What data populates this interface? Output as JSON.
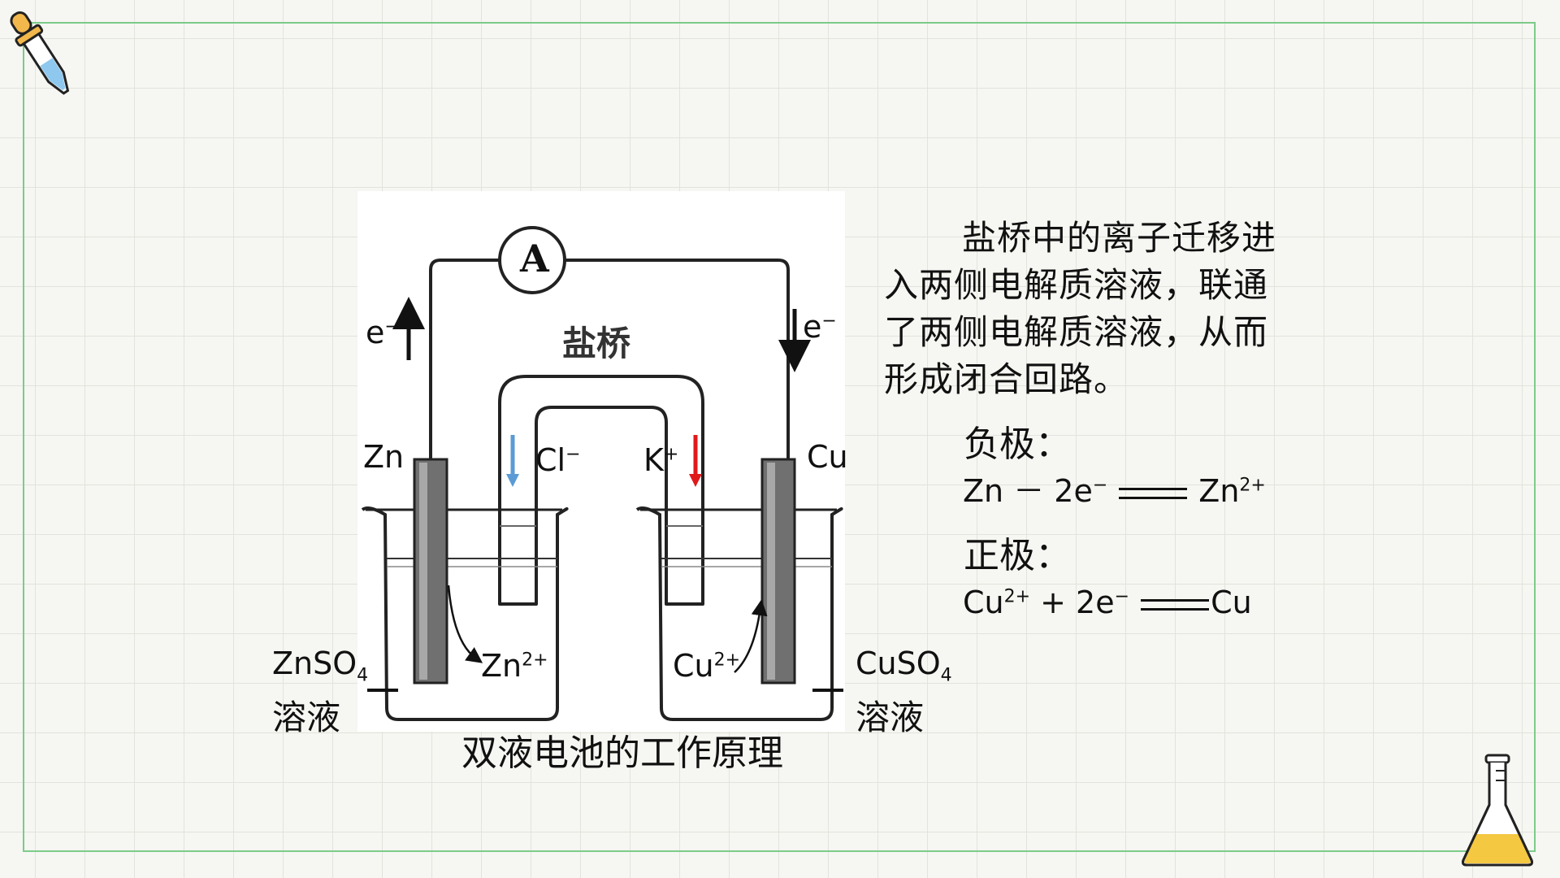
{
  "diagram": {
    "ammeter": "A",
    "salt_bridge": "盐桥",
    "electron_left": "e",
    "electron_left_charge": "−",
    "electron_right": "e",
    "electron_right_charge": "−",
    "zn_electrode": "Zn",
    "cu_electrode": "Cu",
    "cl_ion": "Cl",
    "cl_charge": "−",
    "k_ion": "K",
    "k_charge": "+",
    "zn_ion": "Zn",
    "zn_ion_charge": "2+",
    "cu_ion": "Cu",
    "cu_ion_charge": "2+",
    "znso4": "ZnSO",
    "znso4_sub": "4",
    "znso4_solution": "溶液",
    "cuso4": "CuSO",
    "cuso4_sub": "4",
    "cuso4_solution": "溶液",
    "caption": "双液电池的工作原理"
  },
  "explanation": "盐桥中的离子迁移进入两侧电解质溶液，联通了两侧电解质溶液，从而形成闭合回路。",
  "negative_electrode": {
    "heading": "负极：",
    "left": "Zn － 2e",
    "left_charge": "−",
    "right": "Zn",
    "right_charge": "2+"
  },
  "positive_electrode": {
    "heading": "正极：",
    "left_a": "Cu",
    "left_a_charge": "2+",
    "left_b": " + 2e",
    "left_b_charge": "−",
    "right": "Cu"
  },
  "colors": {
    "frame": "#7ccb8a",
    "cl_arrow": "#5b9bd5",
    "k_arrow": "#e0191b",
    "flask_liquid": "#f5c842"
  },
  "icons": [
    "dropper-icon",
    "flask-icon"
  ]
}
